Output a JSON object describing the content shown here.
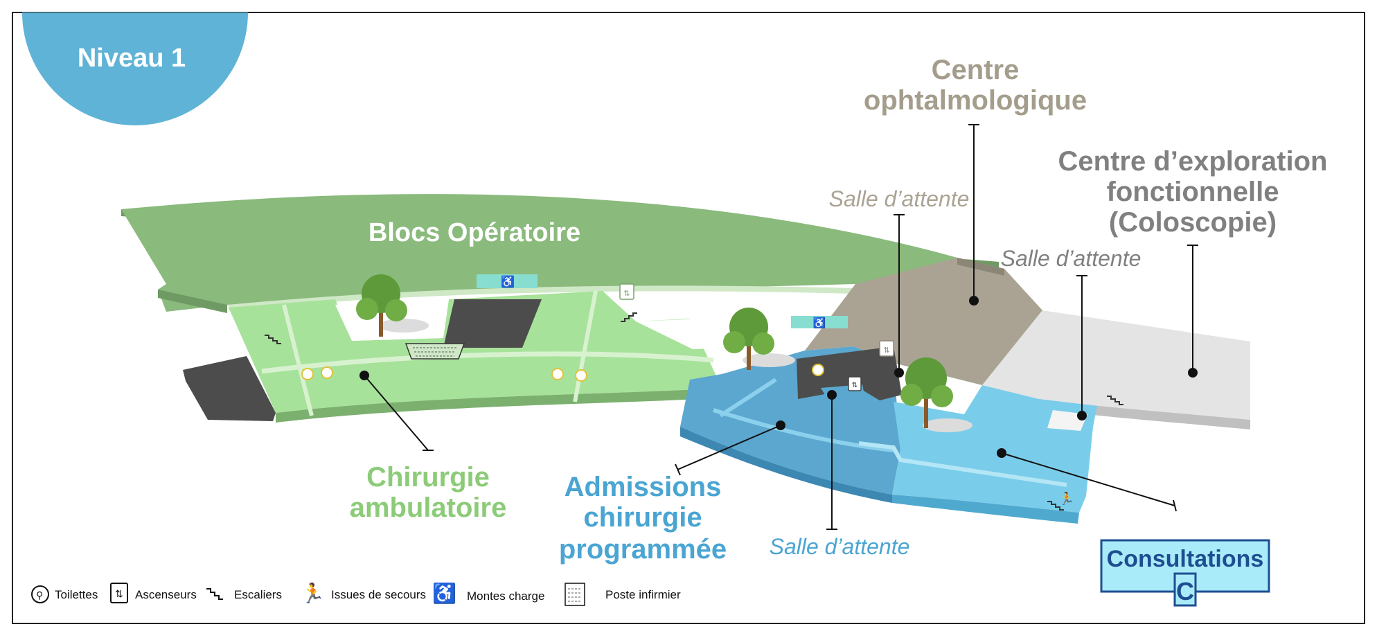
{
  "level": {
    "label": "Niveau 1"
  },
  "zones": {
    "blocs": "Blocs Opératoire",
    "ophtalmo": [
      "Centre",
      "ophtalmologique"
    ],
    "exploration": [
      "Centre d’exploration",
      "fonctionnelle",
      "(Coloscopie)"
    ],
    "chirurgie": [
      "Chirurgie",
      "ambulatoire"
    ],
    "admissions": [
      "Admissions",
      "chirurgie",
      "programmée"
    ],
    "salle_1": "Salle d’attente",
    "salle_2": "Salle d’attente",
    "salle_3": "Salle d’attente"
  },
  "consultations": {
    "title": "Consultations",
    "letter": "C"
  },
  "legend": {
    "toilettes": "Toilettes",
    "ascenseurs": "Ascenseurs",
    "escaliers": "Escaliers",
    "secours": "Issues de secours",
    "monte_charge": "Montes charge",
    "poste": "Poste infirmier"
  },
  "colors": {
    "badge": "#5fb3d6",
    "dark_green": "#8aba7c",
    "light_green": "#a7e29a",
    "taupe": "#aaa394",
    "light_grey": "#e4e4e4",
    "blue": "#5ba7cf",
    "light_blue": "#79cdea",
    "dark": "#505050",
    "text_green": "#8ccb78",
    "text_blue": "#4aa5d2",
    "text_grey": "#808080",
    "text_taupe": "#a49d8c",
    "consult_bg": "#a9ebf8",
    "consult_border": "#1e4e91"
  }
}
